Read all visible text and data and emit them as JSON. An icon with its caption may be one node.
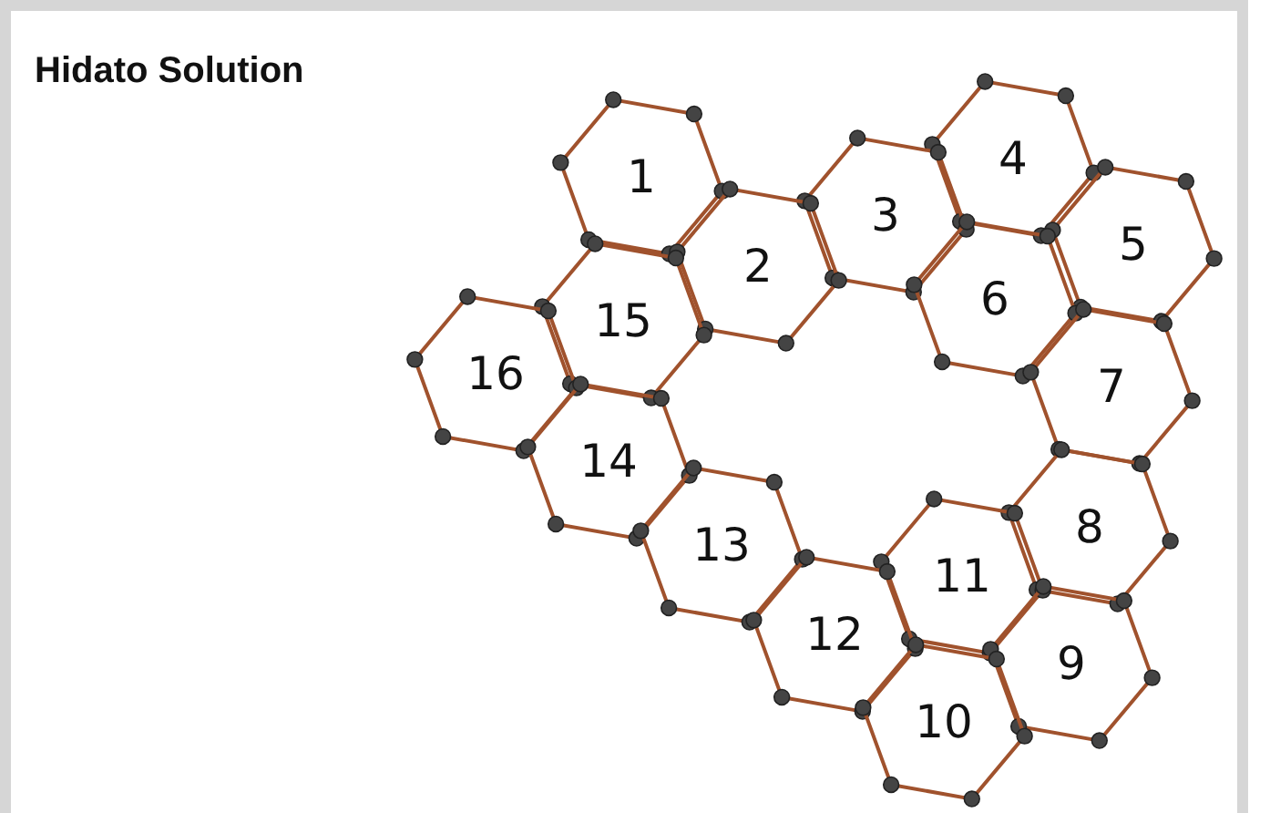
{
  "diagram": {
    "title": "Hidato Solution",
    "nodes": [
      {
        "text": [
          "4"
        ]
      },
      {
        "text": [
          "1"
        ]
      },
      {
        "text": [
          "3"
        ]
      },
      {
        "text": [
          "5"
        ]
      },
      {
        "text": [
          "2"
        ]
      },
      {
        "text": [
          "6"
        ]
      },
      {
        "text": [
          "15"
        ]
      },
      {
        "text": [
          "16"
        ]
      },
      {
        "text": [
          "7"
        ]
      },
      {
        "text": [
          "14"
        ]
      },
      {
        "text": [
          "8"
        ]
      },
      {
        "text": [
          "13"
        ]
      },
      {
        "text": [
          "11"
        ]
      },
      {
        "text": [
          "12"
        ]
      },
      {
        "text": [
          "9"
        ]
      },
      {
        "text": [
          "10"
        ]
      }
    ]
  }
}
